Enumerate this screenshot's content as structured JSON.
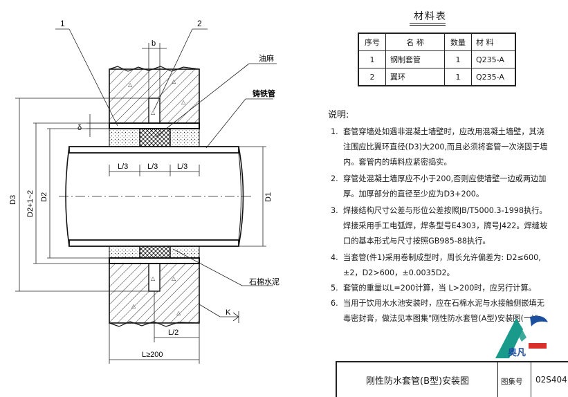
{
  "drawing": {
    "labels": {
      "callout_1": "1",
      "callout_2": "2",
      "b": "b",
      "oil_hemp": "油麻",
      "cast_iron_pipe": "铸铁管",
      "delta": "δ",
      "third_1": "L/3",
      "third_2": "L/3",
      "third_3": "L/3",
      "d3": "D3",
      "d2_plus": "D2+1~2",
      "d2": "D2",
      "d1": "D1",
      "asbestos_cement": "石棉水泥",
      "section_k": "K",
      "half_l": "L/2",
      "total_l": "L≥200"
    }
  },
  "materials": {
    "title": "材料表",
    "headers": {
      "no": "序号",
      "name": "名    称",
      "qty": "数量",
      "material": "材    料"
    },
    "rows": [
      {
        "no": "1",
        "name": "钢制套管",
        "qty": "1",
        "material": "Q235-A"
      },
      {
        "no": "2",
        "name": "翼环",
        "qty": "1",
        "material": "Q235-A"
      }
    ]
  },
  "notes": {
    "title": "说明:",
    "items": [
      {
        "num": "1.",
        "text": "套管穿墙处如遇非混凝土墙壁时，应改用混凝土墙壁，其浇注围应比翼环直径(D3)大200,而且必须将套管一次浇固于墙内。套管内的填料应紧密捣实。"
      },
      {
        "num": "2.",
        "text": "穿管处混凝土墙厚应不小于200,否则应使墙壁一边或两边加厚。加厚部分的直径至少应为D3+200。"
      },
      {
        "num": "3.",
        "text": "焊接结构尺寸公差与形位公差按照JB/T5000.3-1998执行。焊接采用手工电弧焊，焊条型号E4303，牌号J422。焊缝坡口的基本形式与尺寸按照GB985-88执行。"
      },
      {
        "num": "4.",
        "text": "当套管(件1)采用卷制成型时，周长允许偏差为: D2≤600, ±2，D2>600，±0.0035D2。"
      },
      {
        "num": "5.",
        "text": "套管的重量以L=200计算，当 L>200时，应另行计算。"
      },
      {
        "num": "6.",
        "text": "当用于饮用水水池安装时，应在石棉水泥与水接触侧嵌填无毒密封膏，做法见本图集\"刚性防水套管(A型)安装图(一)\"。"
      }
    ]
  },
  "title_block": {
    "title": "刚性防水套管(B型)安装图",
    "atlas_label": "图集号",
    "atlas_code": "02S404"
  },
  "logo": {
    "text": "奥凡",
    "name": "logo-mark"
  }
}
